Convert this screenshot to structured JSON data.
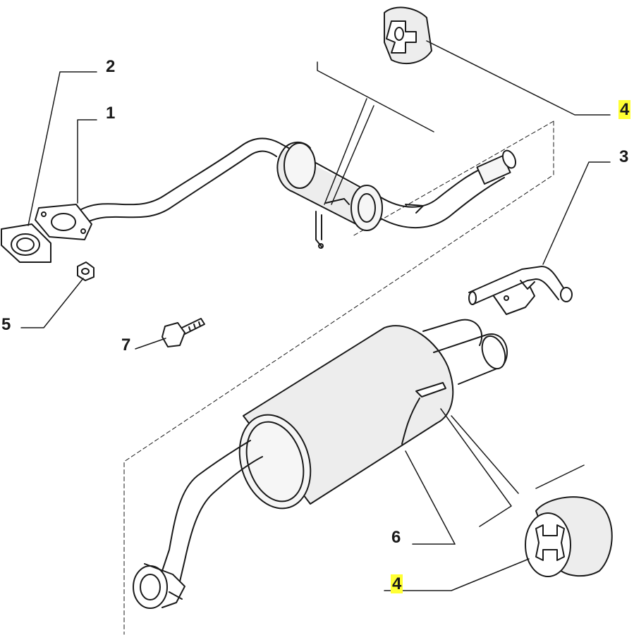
{
  "diagram": {
    "background": "#ffffff",
    "line_color": "#1a1a1a",
    "part_fill": "#ededed",
    "highlight_color": "#ffff33",
    "callouts": [
      {
        "id": "c2",
        "label": "2",
        "highlighted": false
      },
      {
        "id": "c1",
        "label": "1",
        "highlighted": false
      },
      {
        "id": "c4top",
        "label": "4",
        "highlighted": true
      },
      {
        "id": "c3",
        "label": "3",
        "highlighted": false
      },
      {
        "id": "c5",
        "label": "5",
        "highlighted": false
      },
      {
        "id": "c7",
        "label": "7",
        "highlighted": false
      },
      {
        "id": "c6",
        "label": "6",
        "highlighted": false
      },
      {
        "id": "c4bot",
        "label": "4",
        "highlighted": true
      }
    ],
    "parts": [
      {
        "callout": "1",
        "name": "front-pipe-with-silencer-icon"
      },
      {
        "callout": "2",
        "name": "flange-gasket-icon"
      },
      {
        "callout": "3",
        "name": "hanger-bracket-icon"
      },
      {
        "callout": "4",
        "name": "rubber-mount-icon"
      },
      {
        "callout": "5",
        "name": "nut-icon"
      },
      {
        "callout": "6",
        "name": "rear-silencer-icon"
      },
      {
        "callout": "7",
        "name": "bolt-icon"
      }
    ]
  }
}
